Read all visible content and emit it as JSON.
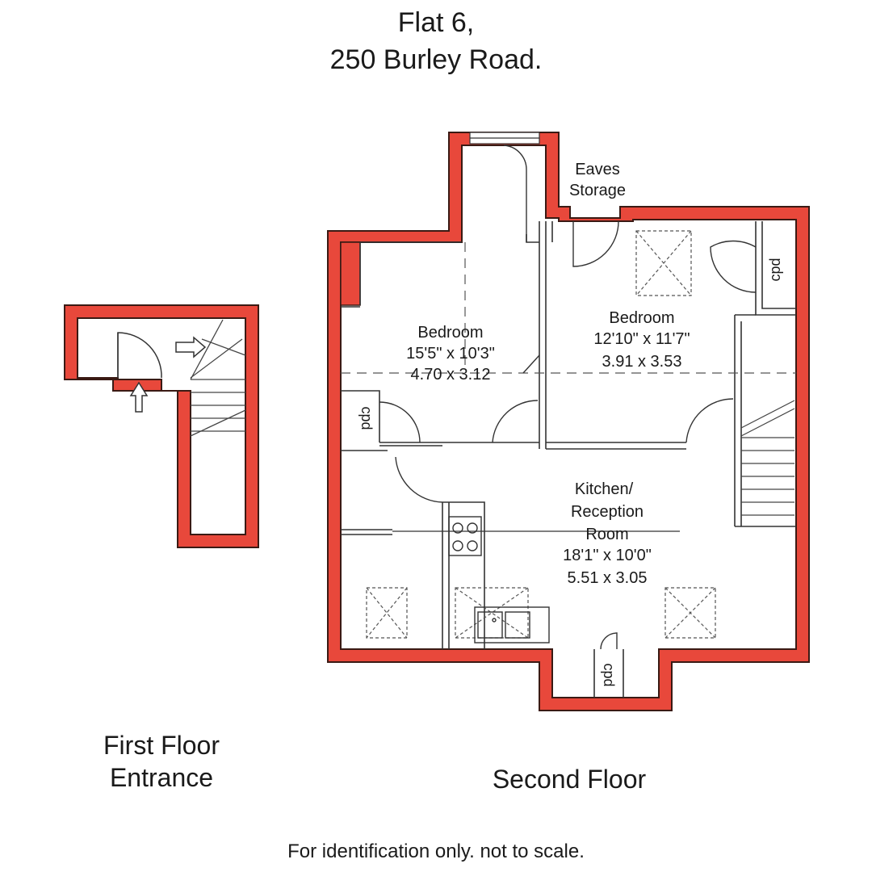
{
  "header": {
    "title_line1": "Flat 6,",
    "title_line2": "250 Burley Road."
  },
  "rooms": {
    "bedroom1": {
      "name": "Bedroom",
      "size_imperial": "15'5\" x 10'3\"",
      "size_metric": "4.70 x 3.12"
    },
    "bedroom2": {
      "name": "Bedroom",
      "size_imperial": "12'10\" x 11'7\"",
      "size_metric": "3.91 x 3.53"
    },
    "kitchen": {
      "name_line1": "Kitchen/",
      "name_line2": "Reception",
      "name_line3": "Room",
      "size_imperial": "18'1\" x 10'0\"",
      "size_metric": "5.51 x 3.05"
    },
    "eaves": {
      "line1": "Eaves",
      "line2": "Storage"
    },
    "cupboard_label": "cpd"
  },
  "floors": {
    "first_line1": "First Floor",
    "first_line2": "Entrance",
    "second": "Second Floor"
  },
  "footer": {
    "note": "For identification only. not to scale."
  },
  "colors": {
    "wall_fill": "#e8483b",
    "wall_outline": "#3a1a14",
    "line": "#333333"
  }
}
